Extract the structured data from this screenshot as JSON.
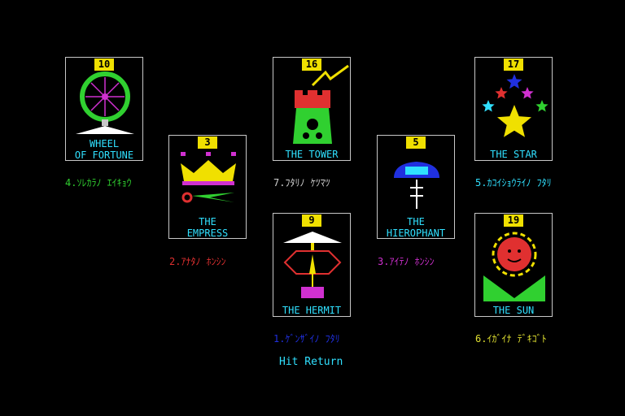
{
  "cards": [
    {
      "number": "10",
      "title": "WHEEL\nOF FORTUNE",
      "caption": "4.ｿﾚｶﾗﾉ ｴｲｷｮｳ",
      "caption_color": "#30d030"
    },
    {
      "number": "3",
      "title": "THE\nEMPRESS",
      "caption": "2.ｱﾅﾀﾉ ﾎﾝｼﾝ",
      "caption_color": "#e03030"
    },
    {
      "number": "16",
      "title": "THE TOWER",
      "caption": "7.ﾌﾀﾘﾉ ｹﾂﾏﾂ",
      "caption_color": "#d0d0d0"
    },
    {
      "number": "9",
      "title": "THE HERMIT",
      "caption": "1.ｹﾞﾝｻﾞｲﾉ ﾌﾀﾘ",
      "caption_color": "#2030e0"
    },
    {
      "number": "5",
      "title": "THE\nHIEROPHANT",
      "caption": "3.ｱｲﾃﾉ ﾎﾝｼﾝ",
      "caption_color": "#d030d0"
    },
    {
      "number": "17",
      "title": "THE STAR",
      "caption": "5.ｶｺｲｼｮｳﾗｲﾉ ﾌﾀﾘ",
      "caption_color": "#30e0ff"
    },
    {
      "number": "19",
      "title": "THE SUN",
      "caption": "6.ｲｶﾞｲﾅ ﾃﾞｷｺﾞﾄ",
      "caption_color": "#e0e030"
    }
  ],
  "prompt": "Hit Return",
  "colors": {
    "background": "#000000",
    "frame": "#c8c8c8",
    "label": "#30e0ff",
    "number_plate": "#f0e000"
  }
}
